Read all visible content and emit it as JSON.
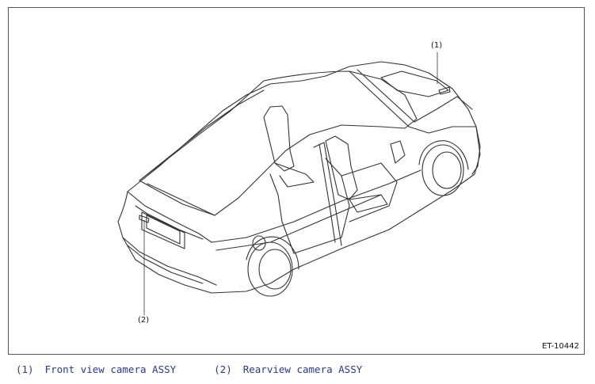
{
  "diagram": {
    "callouts": [
      {
        "id": "1",
        "text": "(1)"
      },
      {
        "id": "2",
        "text": "(2)"
      }
    ],
    "figure_id": "ET-10442"
  },
  "legend": [
    {
      "number": "(1)",
      "label": "Front view camera ASSY"
    },
    {
      "number": "(2)",
      "label": "Rearview camera ASSY"
    }
  ],
  "colors": {
    "line": "#333333",
    "legend_text": "#2a3a8c"
  }
}
